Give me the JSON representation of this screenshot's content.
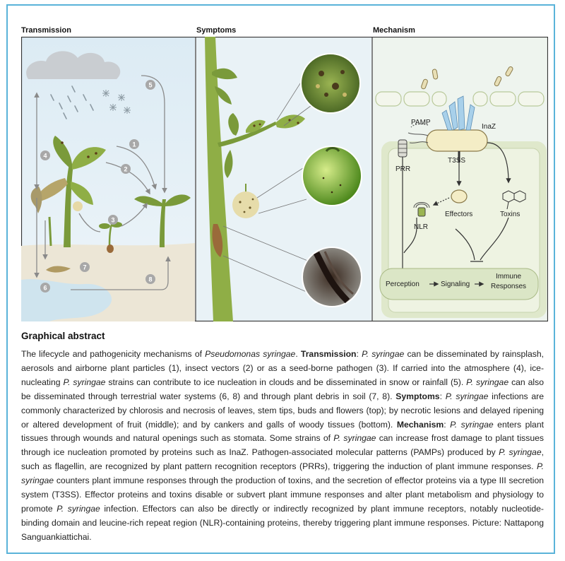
{
  "panels": {
    "transmission": "Transmission",
    "symptoms": "Symptoms",
    "mechanism": "Mechanism"
  },
  "transmission_markers": [
    "1",
    "2",
    "3",
    "4",
    "5",
    "6",
    "7",
    "8"
  ],
  "mechanism_labels": {
    "pamp": "PAMP",
    "inaz": "InaZ",
    "t3ss": "T3SS",
    "prr": "PRR",
    "effectors": "Effectors",
    "toxins": "Toxins",
    "nlr": "NLR",
    "perception": "Perception",
    "signaling": "Signaling",
    "immune_line1": "Immune",
    "immune_line2": "Responses"
  },
  "caption_heading": "Graphical abstract",
  "caption_segments": [
    {
      "t": "The lifecycle and pathogenicity mechanisms of ",
      "s": "n"
    },
    {
      "t": "Pseudomonas syringae",
      "s": "i"
    },
    {
      "t": ". ",
      "s": "n"
    },
    {
      "t": "Transmission",
      "s": "b"
    },
    {
      "t": ": ",
      "s": "n"
    },
    {
      "t": "P. syringae",
      "s": "i"
    },
    {
      "t": " can be disseminated by rainsplash, aerosols and airborne plant particles (1), insect vectors (2) or as a seed-borne pathogen (3). If carried into the atmosphere (4), ice-nucleating ",
      "s": "n"
    },
    {
      "t": "P. syringae",
      "s": "i"
    },
    {
      "t": " strains can contribute to ice nucleation in clouds and be disseminated in snow or rainfall (5). ",
      "s": "n"
    },
    {
      "t": "P. syringae",
      "s": "i"
    },
    {
      "t": " can also be disseminated through terrestrial water systems (6, 8) and through plant debris in soil (7, 8). ",
      "s": "n"
    },
    {
      "t": "Symptoms",
      "s": "b"
    },
    {
      "t": ": ",
      "s": "n"
    },
    {
      "t": "P. syringae",
      "s": "i"
    },
    {
      "t": " infections are commonly characterized by chlorosis and necrosis of leaves, stem tips, buds and flowers (top); by necrotic lesions and delayed ripening or altered development of fruit (middle); and by cankers and galls of woody tissues (bottom). ",
      "s": "n"
    },
    {
      "t": "Mechanism",
      "s": "b"
    },
    {
      "t": ": ",
      "s": "n"
    },
    {
      "t": "P. syringae",
      "s": "i"
    },
    {
      "t": " enters plant tissues through wounds and natural openings such as stomata. Some strains of ",
      "s": "n"
    },
    {
      "t": "P. syringae",
      "s": "i"
    },
    {
      "t": " can increase frost damage to plant tissues through ice nucleation promoted by proteins such as InaZ. Pathogen-associated molecular patterns (PAMPs) produced by ",
      "s": "n"
    },
    {
      "t": "P. syringae",
      "s": "i"
    },
    {
      "t": ", such as flagellin, are recognized by plant pattern recognition receptors (PRRs), triggering the induction of plant immune responses. ",
      "s": "n"
    },
    {
      "t": "P. syringae",
      "s": "i"
    },
    {
      "t": " counters plant immune responses through the production of toxins, and the secretion of effector proteins via a type III secretion system (T3SS). Effector proteins and toxins disable or subvert plant immune responses and alter plant metabolism and physiology to promote ",
      "s": "n"
    },
    {
      "t": "P. syringae",
      "s": "i"
    },
    {
      "t": " infection. Effectors can also be directly or indirectly recognized by plant immune receptors, notably nucleotide-binding domain and leucine-rich repeat region (NLR)-containing proteins, thereby triggering plant immune responses. Picture: Nattapong Sanguankiattichai.",
      "s": "n"
    }
  ],
  "colors": {
    "frame": "#5ab3d9",
    "sky": "#e6f1f7",
    "soil": "#ece6d6",
    "plant_green": "#7a9a3a",
    "arrow_grey": "#8a8a8a",
    "cell_fill": "#e3ebd2",
    "cell_border": "#b9c99a"
  }
}
